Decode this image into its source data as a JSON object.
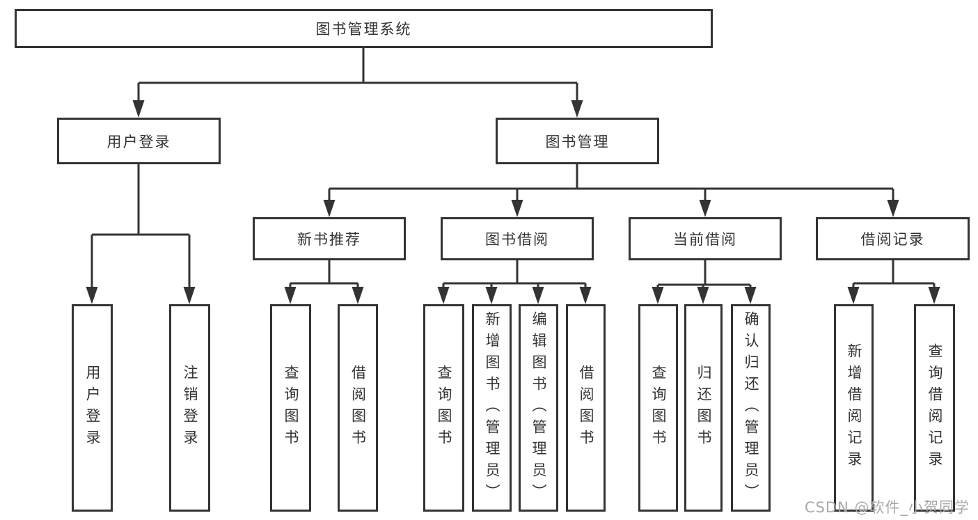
{
  "nodes": {
    "root": "图书管理系统",
    "level2": [
      "用户登录",
      "图书管理"
    ],
    "level3": [
      "新书推荐",
      "图书借阅",
      "当前借阅",
      "借阅记录"
    ],
    "leaves": [
      "用户登录",
      "注销登录",
      "查询图书",
      "借阅图书",
      "查询图书",
      "新增图书（管理员）",
      "编辑图书（管理员）",
      "借阅图书",
      "查询图书",
      "归还图书",
      "确认归还（管理员）",
      "新增借阅记录",
      "查询借阅记录"
    ]
  },
  "watermark": "CSDN @软件_小贺同学",
  "colors": {
    "line": "#333333",
    "text": "#333333",
    "background": "#ffffff",
    "watermark": "#a8a8a8"
  }
}
